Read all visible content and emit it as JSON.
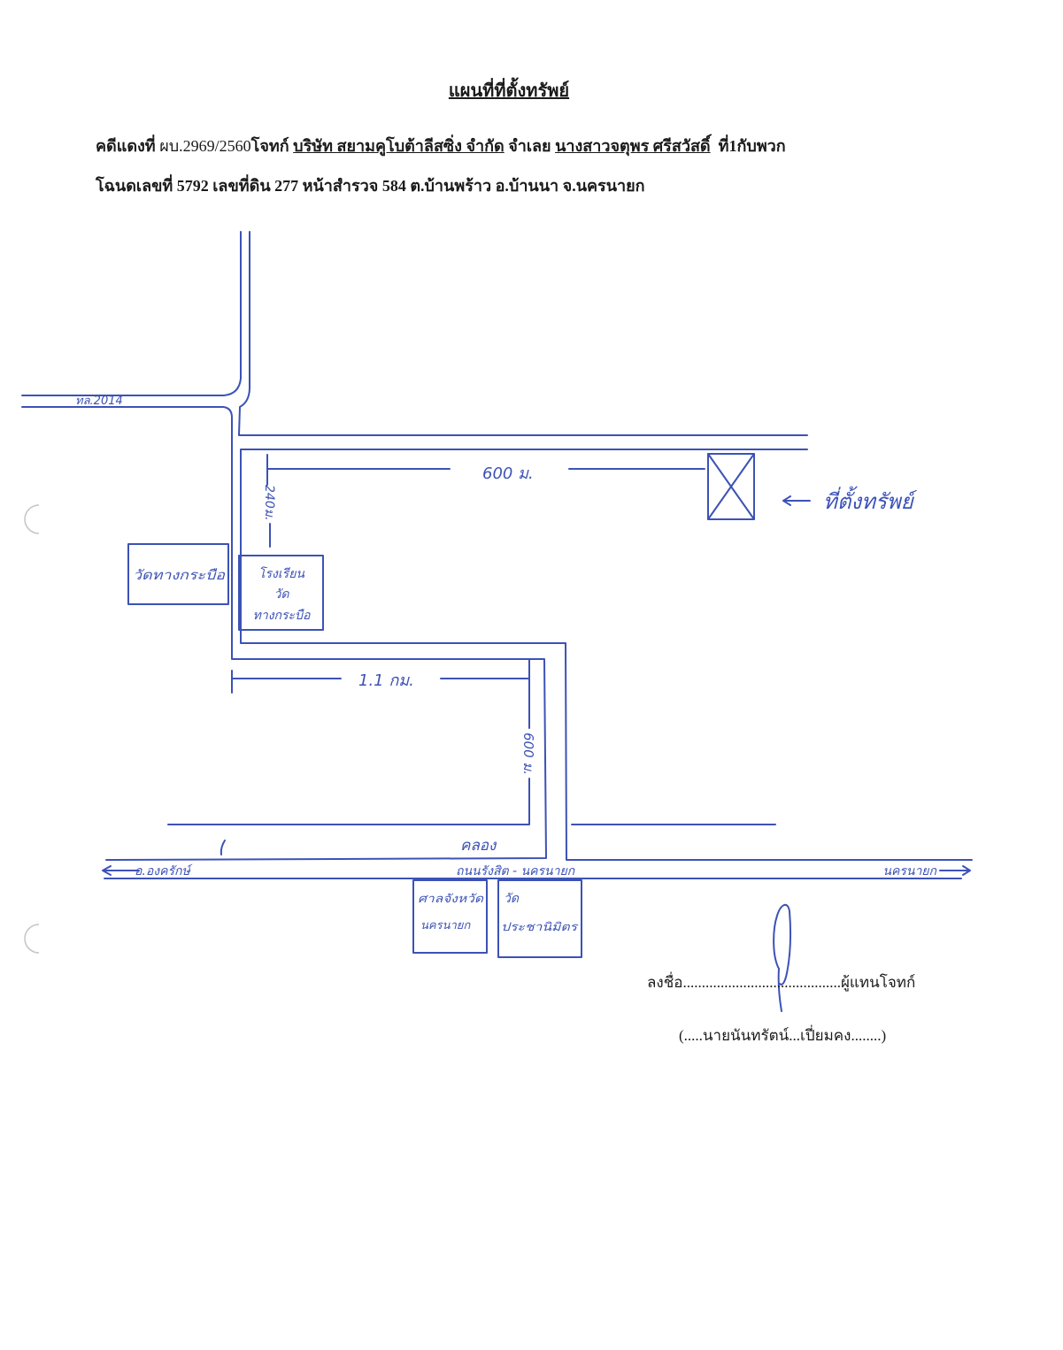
{
  "document": {
    "title": "แผนที่ที่ตั้งทรัพย์",
    "case_line": {
      "label": "คดีแดงที่",
      "case_no": "ผบ.2969/2560",
      "plaintiff_label": "โจทก์",
      "plaintiff": "บริษัท สยามคูโบต้าลีสซิ่ง จำกัด",
      "defendant_label": "จำเลย",
      "defendant": "นางสาวจตุพร ศรีสวัสดิ์",
      "defendant_suffix": "ที่1กับพวก"
    },
    "deed_line": "โฉนดเลขที่ 5792 เลขที่ดิน 277 หน้าสำรวจ 584 ต.บ้านพร้าว อ.บ้านนา จ.นครนายก"
  },
  "map": {
    "ink_color": "#3c52b6",
    "labels": {
      "highway": "ทล.2014",
      "dist_top": "600 ม.",
      "dist_side": "240ม.",
      "property": "ที่ตั้งทรัพย์",
      "temple_left": "วัดทางกระบือ",
      "school": [
        "โรงเรียน",
        "วัด",
        "ทางกระบือ"
      ],
      "dist_middle": "1.1 กม.",
      "dist_vertical": "600 ม.",
      "canal": "คลอง",
      "road_main": "ถนนรังสิต - นครนายก",
      "dir_left": "อ.องครักษ์",
      "dir_right": "นครนายก",
      "court": [
        "ศาลจังหวัด",
        "นครนายก"
      ],
      "temple_bottom": [
        "วัด",
        "ประชานิมิตร"
      ]
    }
  },
  "signature": {
    "sign_line": "ลงชื่อ..........................................ผู้แทนโจทก์",
    "name_line": "(.....นายนันทรัตน์...เปี่ยมคง........)"
  }
}
